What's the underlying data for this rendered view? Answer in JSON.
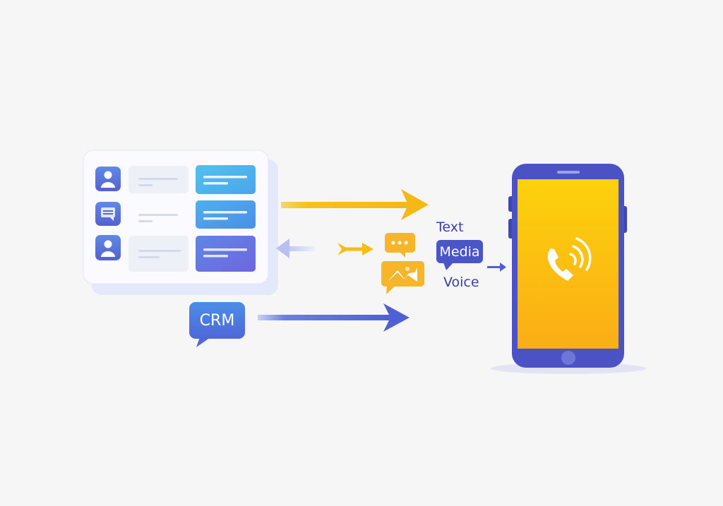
{
  "crm_label": "CRM",
  "channels": {
    "text": "Text",
    "media": "Media",
    "voice": "Voice"
  },
  "colors": {
    "yellow": "#f7bd14",
    "blue": "#4f5fd6",
    "sky": "#4fb6ec",
    "phone_body": "#4a52c4",
    "background": "#f6f6f7"
  }
}
